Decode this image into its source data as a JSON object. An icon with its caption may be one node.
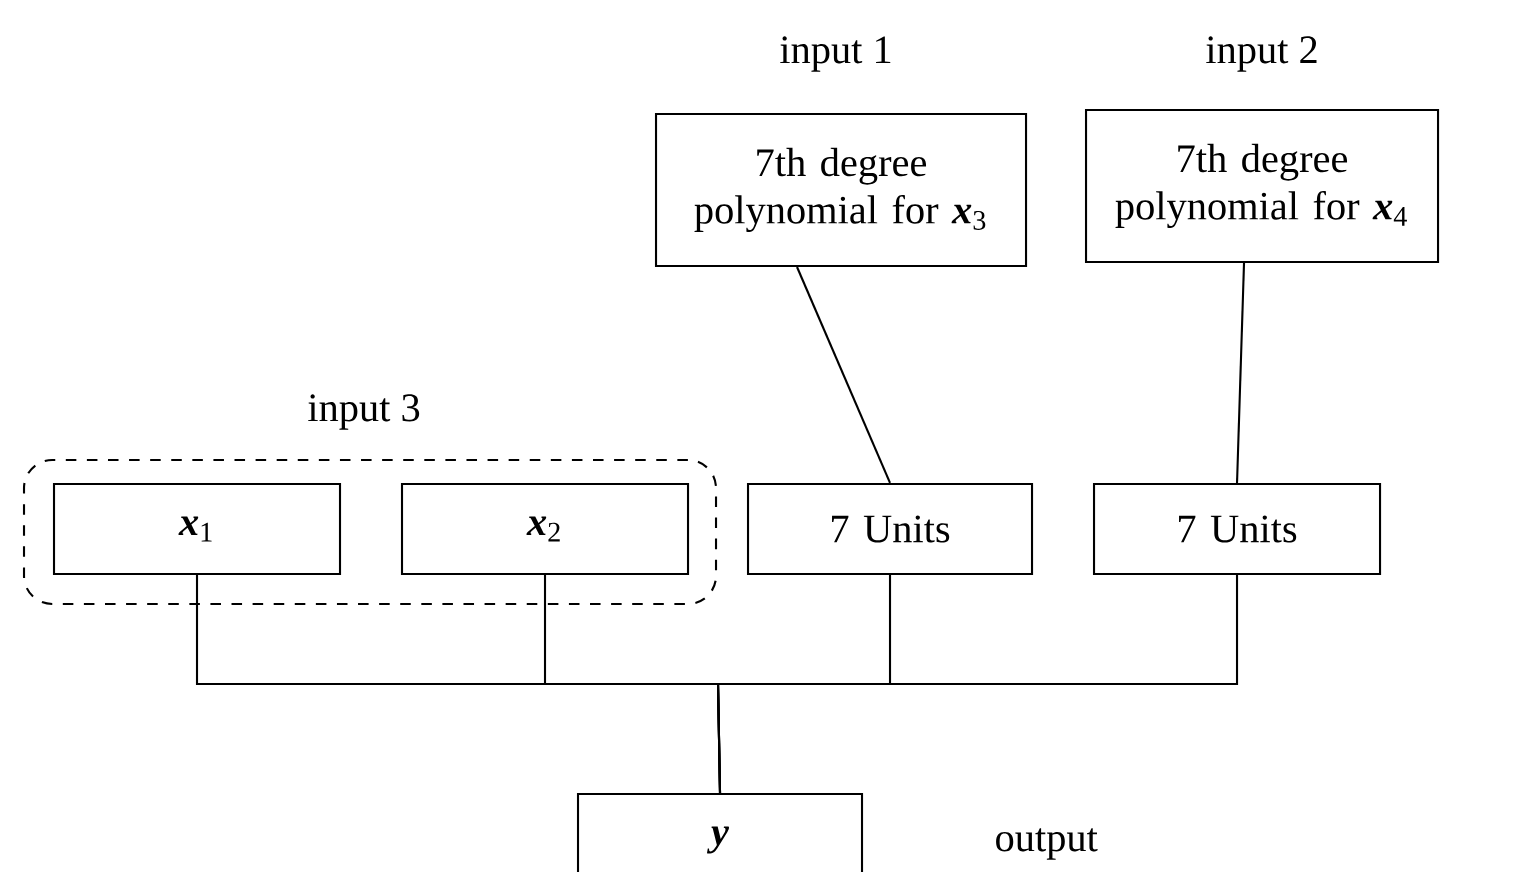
{
  "diagram": {
    "nodes": [
      {
        "text": [
          "input 3"
        ]
      },
      {
        "text": [
          "**x**$_{1}$"
        ],
        "in": 0
      },
      {
        "text": [
          "**x**$_{2}$"
        ],
        "in": 0
      },
      {
        "text": [
          "input 1",
          "7th degree polynomial for **x**$_{3}$"
        ]
      },
      {
        "text": [
          "input 2",
          "7th degree polynomial for **x**$_{4}$"
        ]
      },
      {
        "text": [
          "7 Units"
        ]
      },
      {
        "text": [
          "7 Units"
        ]
      },
      {
        "text": [
          "**y**"
        ],
        "beside": [
          "output"
        ]
      }
    ],
    "edges": [
      {
        "from": 3,
        "to": 5,
        "arrow": "none"
      },
      {
        "from": 4,
        "to": 6,
        "arrow": "none"
      },
      {
        "from": 1,
        "to": 7,
        "arrow": "none"
      },
      {
        "from": 2,
        "to": 7,
        "arrow": "none"
      },
      {
        "from": 5,
        "to": 7,
        "arrow": "none"
      },
      {
        "from": 6,
        "to": 7,
        "arrow": "none"
      }
    ]
  }
}
